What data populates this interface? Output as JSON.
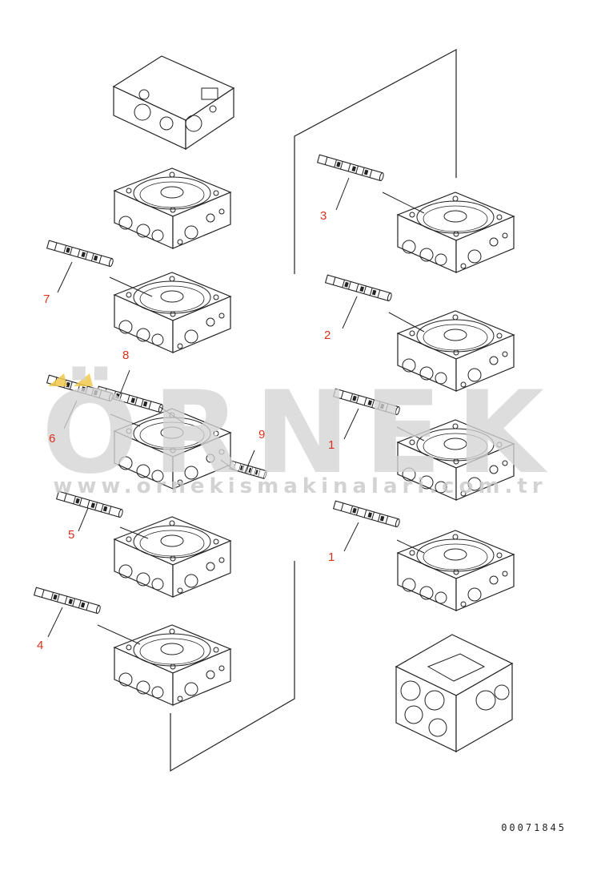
{
  "diagram": {
    "callouts": {
      "c7": "7",
      "c8": "8",
      "c6": "6",
      "c9": "9",
      "c5": "5",
      "c4": "4",
      "c3": "3",
      "c2": "2",
      "c1a": "1",
      "c1b": "1"
    },
    "doc_number": "00071845",
    "watermark_logo": "ÖRNEK",
    "watermark_url": "www.ornekismakinalari.com.tr",
    "colors": {
      "callout": "#d8321e",
      "lines": "#222222",
      "watermark": "#d4d4d4",
      "watermark_accent": "#f2c94c"
    }
  }
}
